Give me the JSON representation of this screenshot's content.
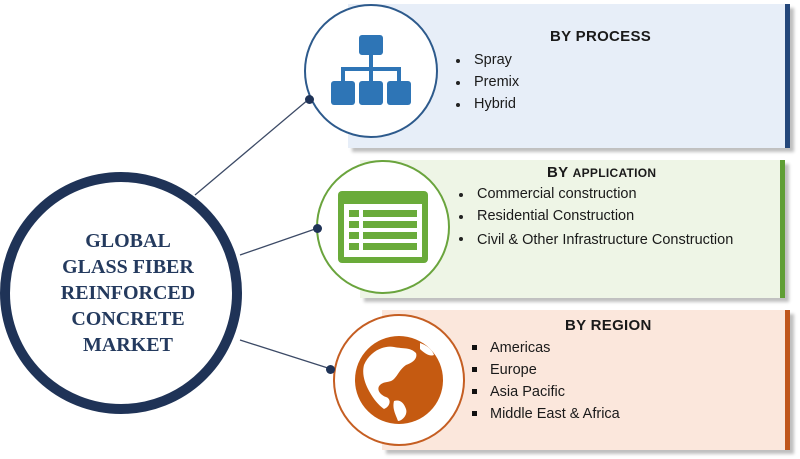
{
  "hub": {
    "title": "GLOBAL\nGLASS FIBER\nREINFORCED\nCONCRETE\nMARKET"
  },
  "process": {
    "title": "BY  PROCESS",
    "items": [
      "Spray",
      "Premix",
      "Hybrid"
    ],
    "icon": "hierarchy-icon"
  },
  "application": {
    "title_prefix": "BY ",
    "title_suffix": "APPLICATION",
    "items": [
      "Commercial construction",
      "Residential Construction",
      "Civil & Other Infrastructure Construction"
    ],
    "icon": "list-window-icon"
  },
  "region": {
    "title": "BY REGION",
    "items": [
      "Americas",
      "Europe",
      "Asia Pacific",
      "Middle East & Africa"
    ],
    "icon": "globe-icon"
  },
  "colors": {
    "hub_ring": "#1f3357",
    "process_accent": "#24477a",
    "process_icon": "#2e75b6",
    "application_accent": "#5f9e34",
    "application_icon": "#6aab3a",
    "region_accent": "#c0561b",
    "region_icon": "#c55a11"
  }
}
